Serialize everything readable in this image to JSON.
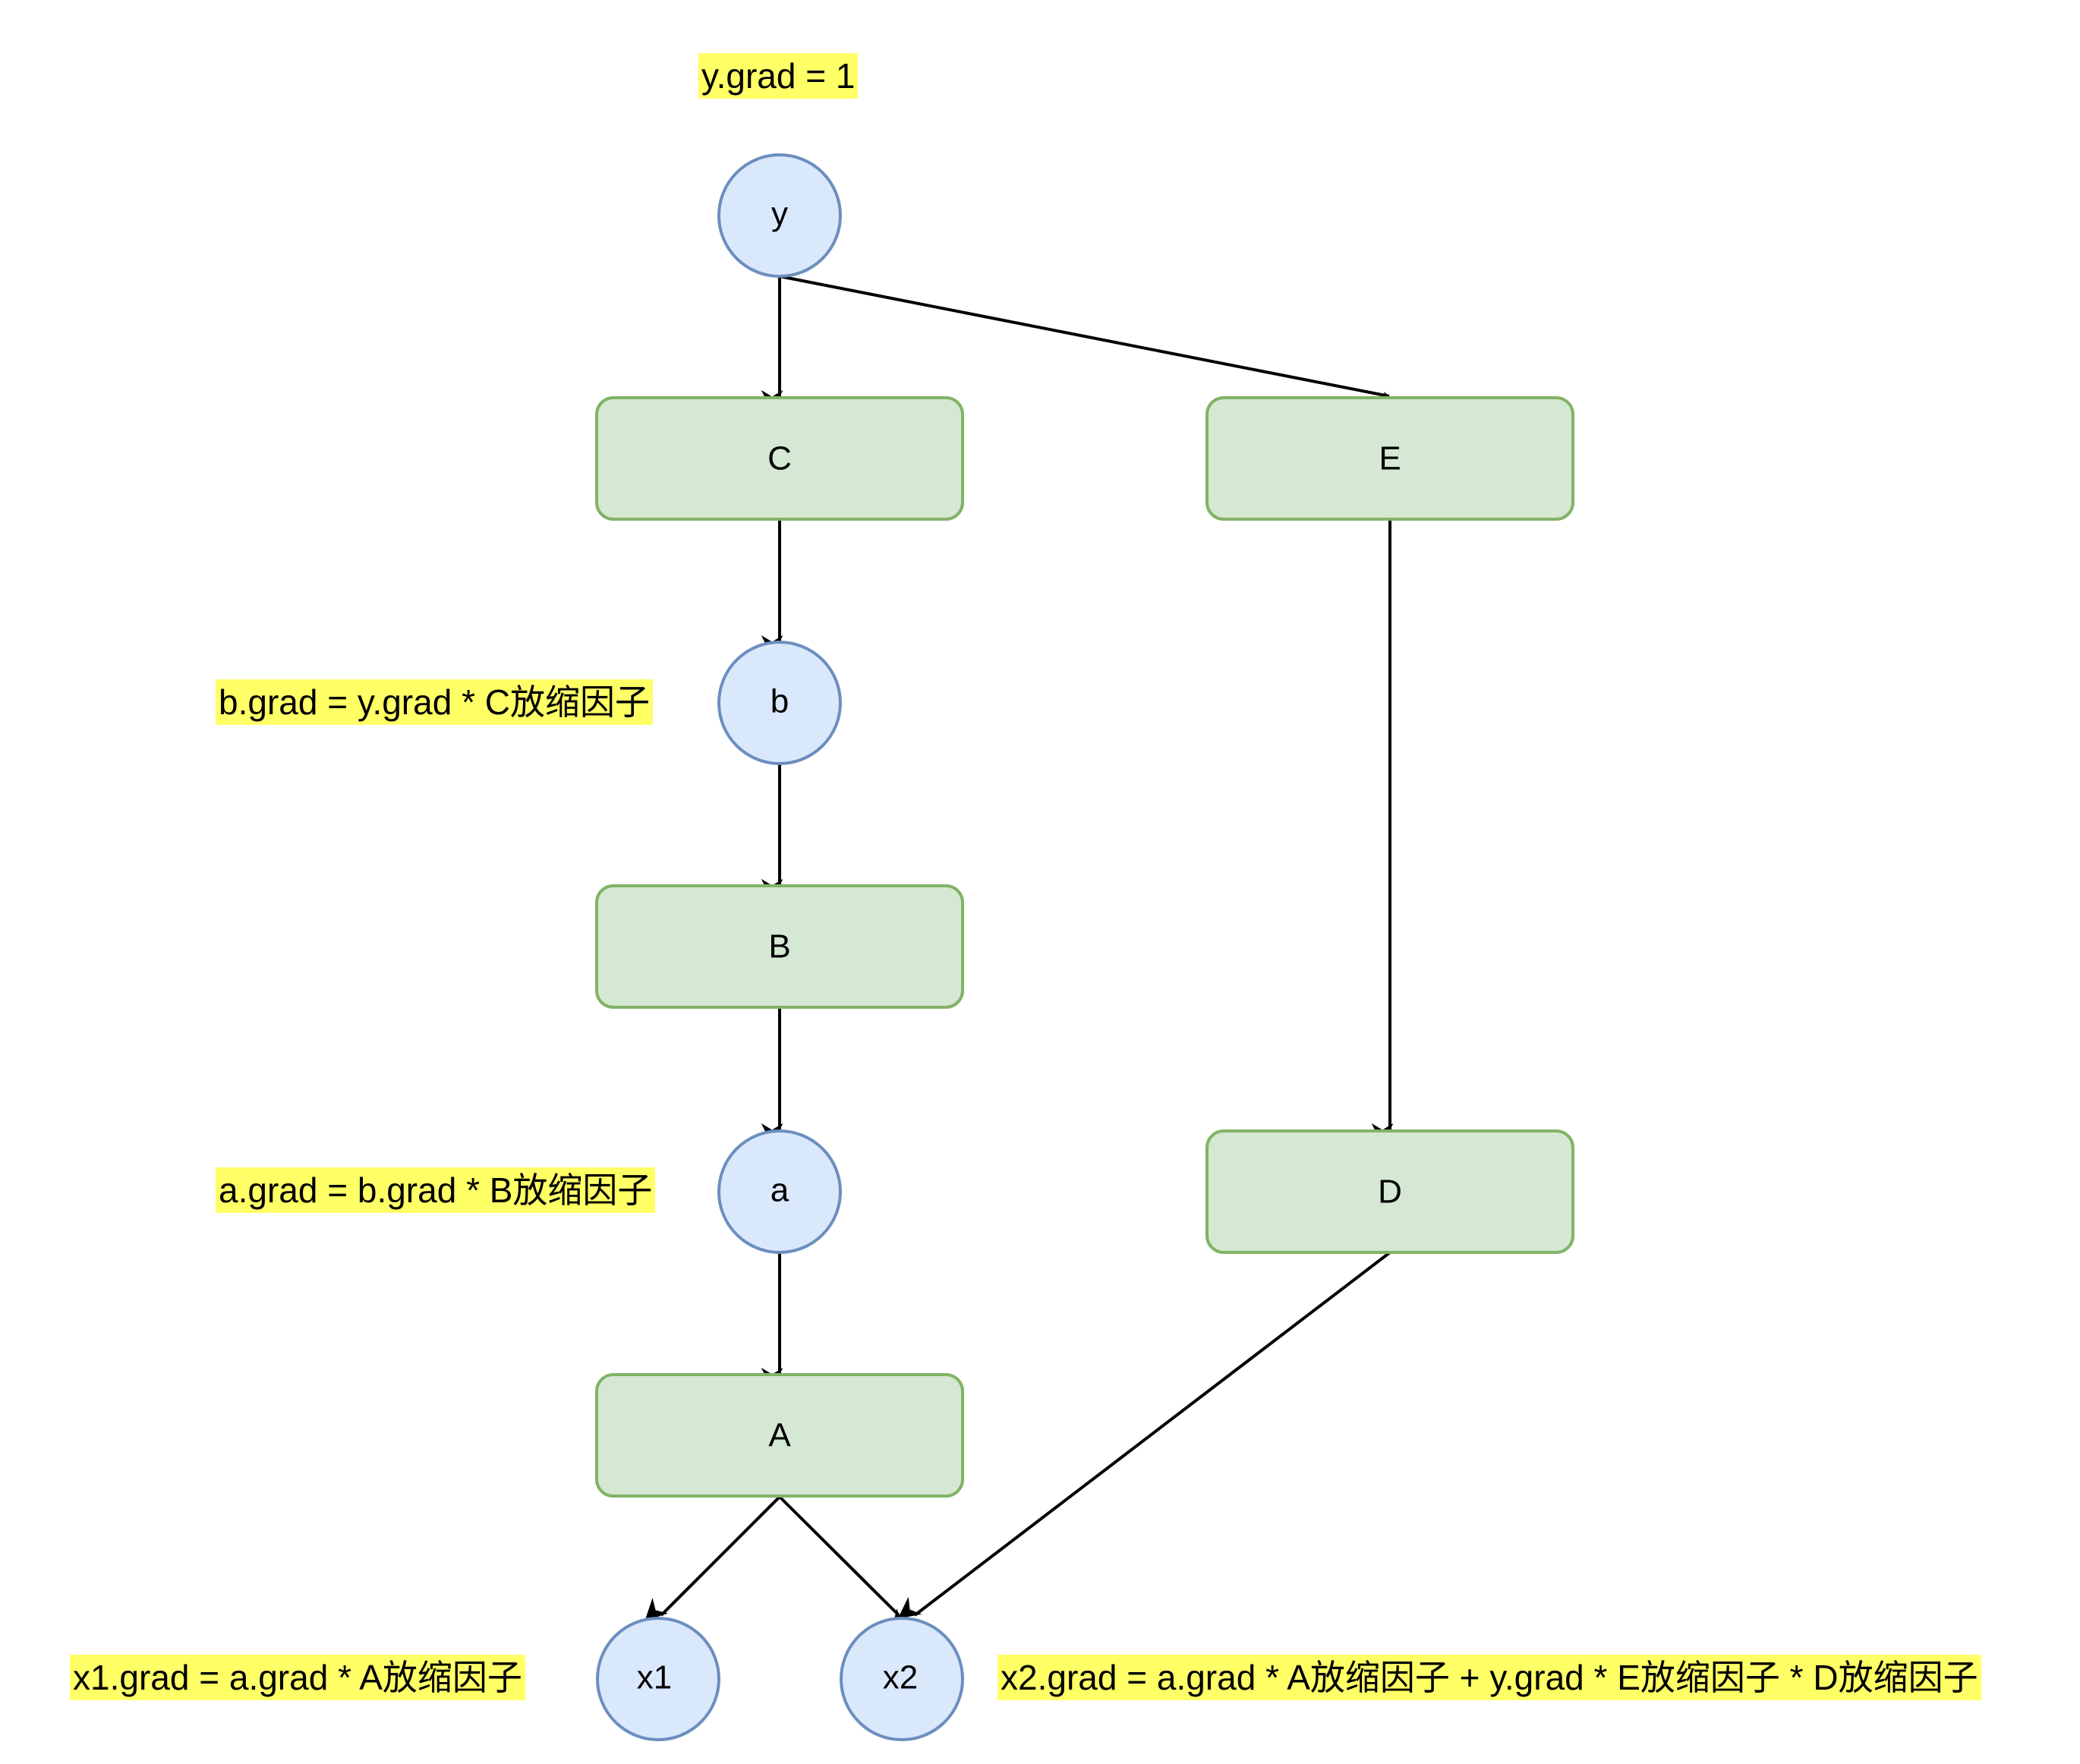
{
  "nodes": {
    "y": "y",
    "C": "C",
    "E": "E",
    "b": "b",
    "B": "B",
    "a": "a",
    "D": "D",
    "A": "A",
    "x1": "x1",
    "x2": "x2"
  },
  "notes": {
    "y_grad": "y.grad = 1",
    "b_grad": "b.grad = y.grad * C放缩因子",
    "a_grad": "a.grad = b.grad * B放缩因子",
    "x1_grad": "x1.grad = a.grad * A放缩因子",
    "x2_grad": "x2.grad = a.grad * A放缩因子 + y.grad * E放缩因子 * D放缩因子"
  },
  "colors": {
    "operation_fill": "#d5e8d4",
    "operation_stroke": "#82b366",
    "variable_fill": "#dae8fc",
    "variable_stroke": "#6c8ebf",
    "highlight": "#ffff66"
  }
}
